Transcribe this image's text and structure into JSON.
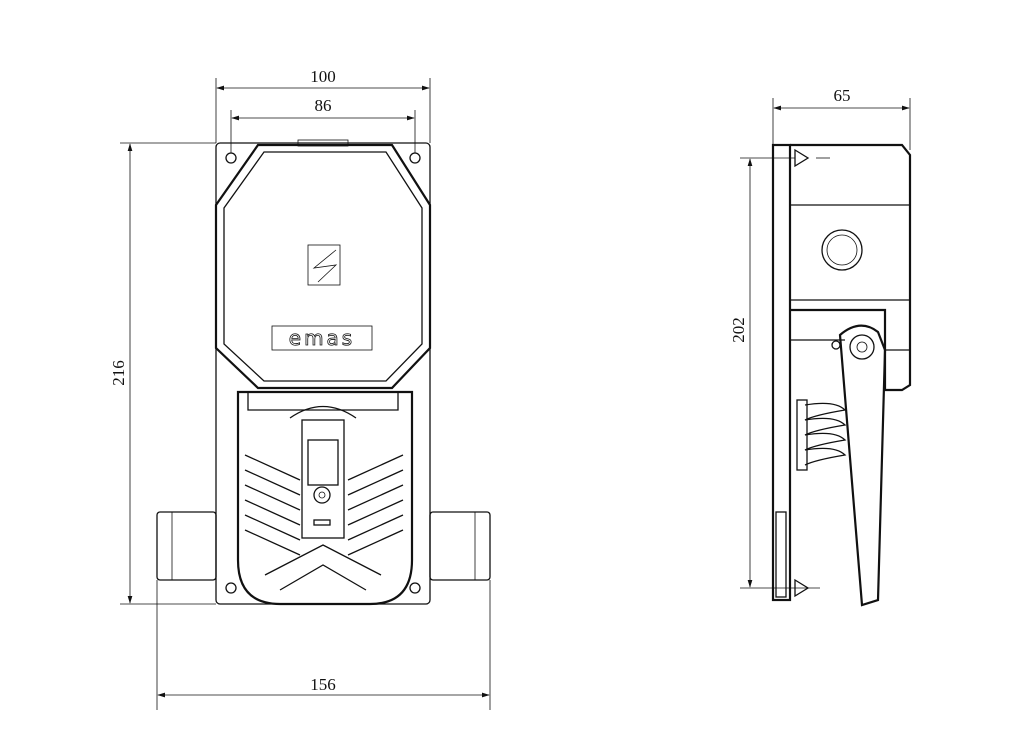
{
  "drawing": {
    "front_view": {
      "width_overall_label": "100",
      "hole_spacing_label": "86",
      "height_label": "216",
      "width_with_glands_label": "156",
      "logo_text": "emas"
    },
    "side_view": {
      "depth_label": "65",
      "hole_spacing_vertical_label": "202"
    },
    "colors": {
      "line": "#111111",
      "background": "#ffffff"
    }
  }
}
